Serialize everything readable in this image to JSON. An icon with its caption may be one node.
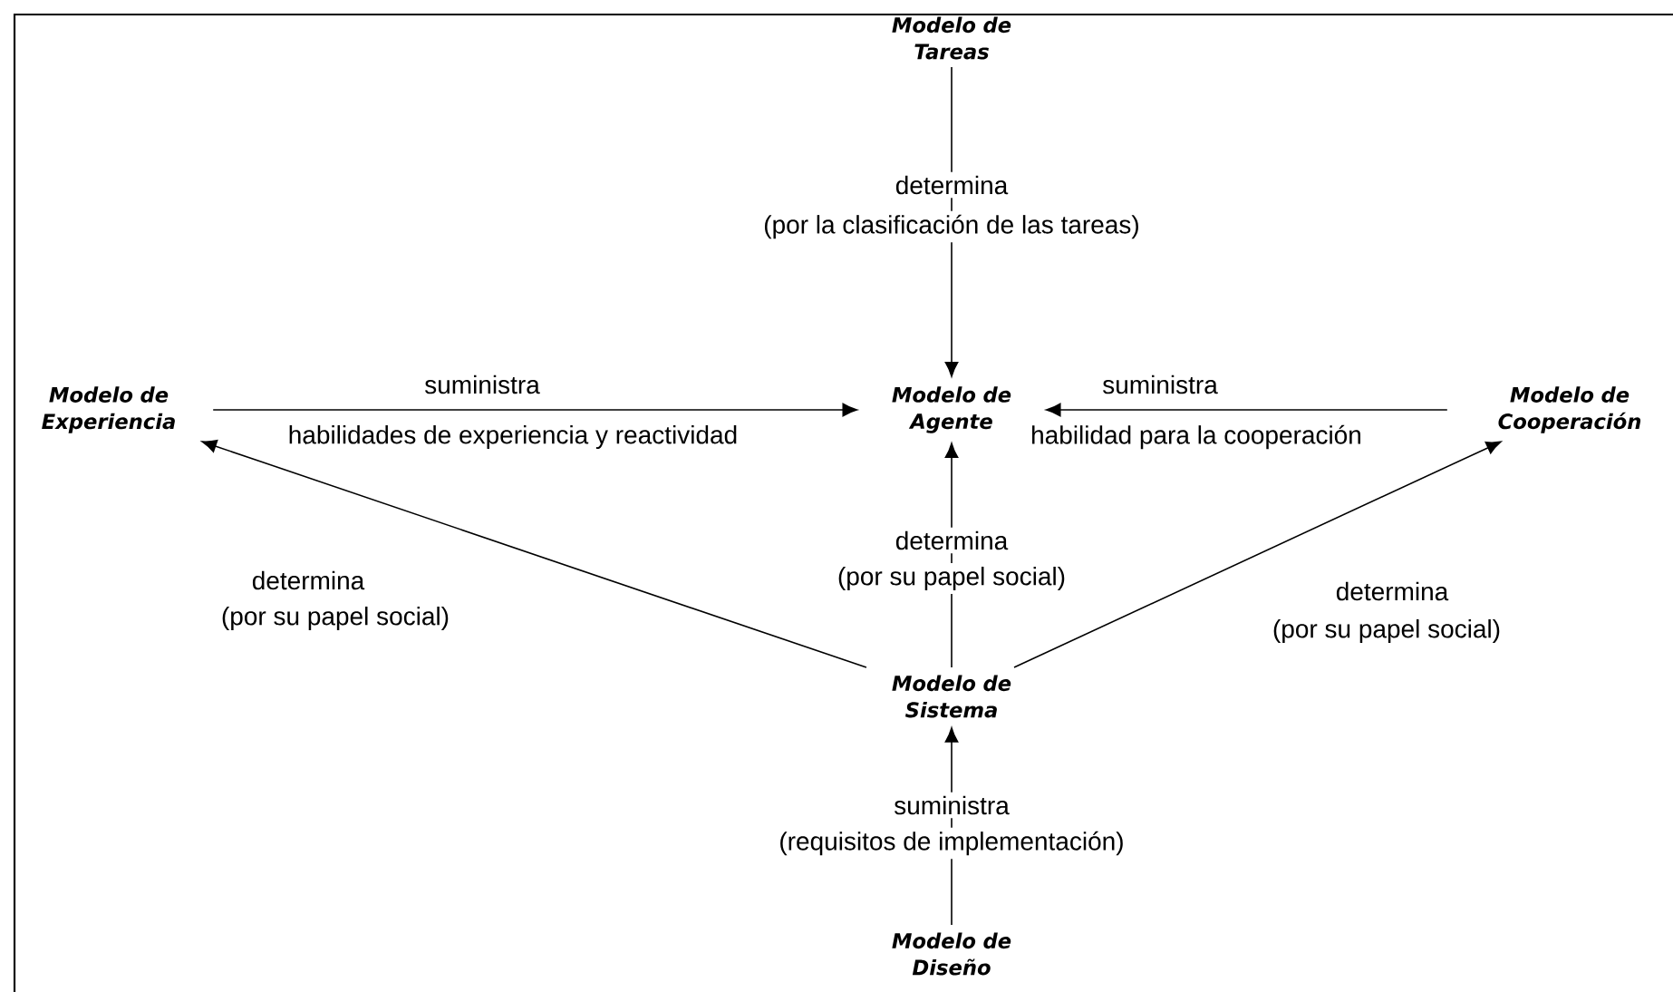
{
  "diagram": {
    "nodes": [
      {
        "text": [
          "Modelo de Tareas"
        ]
      },
      {
        "text": [
          "Modelo de Experiencia"
        ]
      },
      {
        "text": [
          "Modelo de Agente"
        ]
      },
      {
        "text": [
          "Modelo de Cooperación"
        ]
      },
      {
        "text": [
          "Modelo de Sistema"
        ]
      },
      {
        "text": [
          "Modelo de Diseño"
        ]
      }
    ],
    "edges": [
      {
        "from": 0,
        "to": 2,
        "arrow": "to",
        "label": "determina"
      },
      {
        "from": 1,
        "to": 2,
        "arrow": "to",
        "label": "suministra"
      },
      {
        "from": 3,
        "to": 2,
        "arrow": "to",
        "label": "suministra"
      },
      {
        "from": 4,
        "to": 1,
        "arrow": "to",
        "label": "determina"
      },
      {
        "from": 4,
        "to": 2,
        "arrow": "to",
        "label": "determina"
      },
      {
        "from": 4,
        "to": 3,
        "arrow": "to",
        "label": "determina"
      },
      {
        "from": 5,
        "to": 4,
        "arrow": "to",
        "label": "suministra"
      }
    ],
    "labels": [
      "(por la clasificación de las tareas)",
      "habilidades de experiencia y reactividad",
      "habilidad para la cooperación",
      "(por su papel social)",
      "(por su papel social)",
      "(por su papel social)",
      "(requisitos de implementación)"
    ]
  }
}
